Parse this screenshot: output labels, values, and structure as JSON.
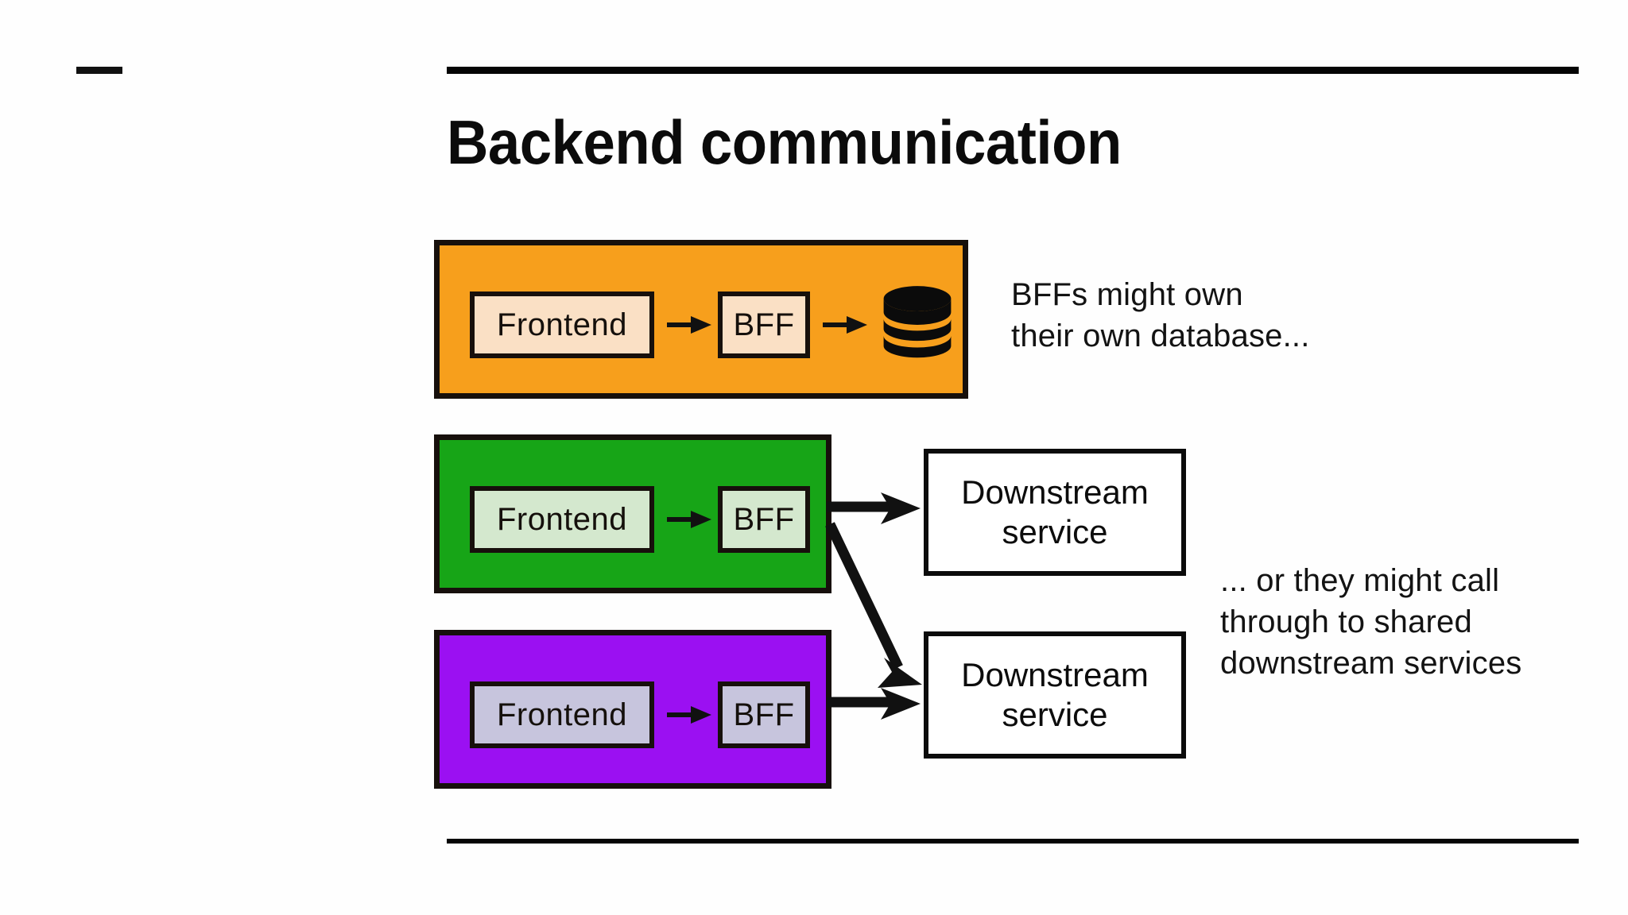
{
  "slide": {
    "title": "Backend communication",
    "corner_mark": "dash-mark",
    "rules": {
      "top": "horizontal-rule",
      "bottom": "horizontal-rule"
    }
  },
  "diagram": {
    "groups": [
      {
        "id": "orange",
        "color": "#F79F1C",
        "node_fill": "#FAE0C5",
        "nodes": [
          {
            "label": "Frontend",
            "name": "frontend"
          },
          {
            "label": "BFF",
            "name": "bff"
          }
        ],
        "has_database": true,
        "database_icon": "database-icon"
      },
      {
        "id": "green",
        "color": "#17A517",
        "node_fill": "#D4E8CE",
        "nodes": [
          {
            "label": "Frontend",
            "name": "frontend"
          },
          {
            "label": "BFF",
            "name": "bff"
          }
        ],
        "has_database": false
      },
      {
        "id": "purple",
        "color": "#9B10F2",
        "node_fill": "#C7C5DD",
        "nodes": [
          {
            "label": "Frontend",
            "name": "frontend"
          },
          {
            "label": "BFF",
            "name": "bff"
          }
        ],
        "has_database": false
      }
    ],
    "downstream_services": [
      {
        "line1": "Downstream",
        "line2": "service"
      },
      {
        "line1": "Downstream",
        "line2": "service"
      }
    ],
    "captions": {
      "database": "BFFs might own\ntheir own database...",
      "shared": "... or they might call\nthrough to shared\ndownstream services"
    }
  }
}
